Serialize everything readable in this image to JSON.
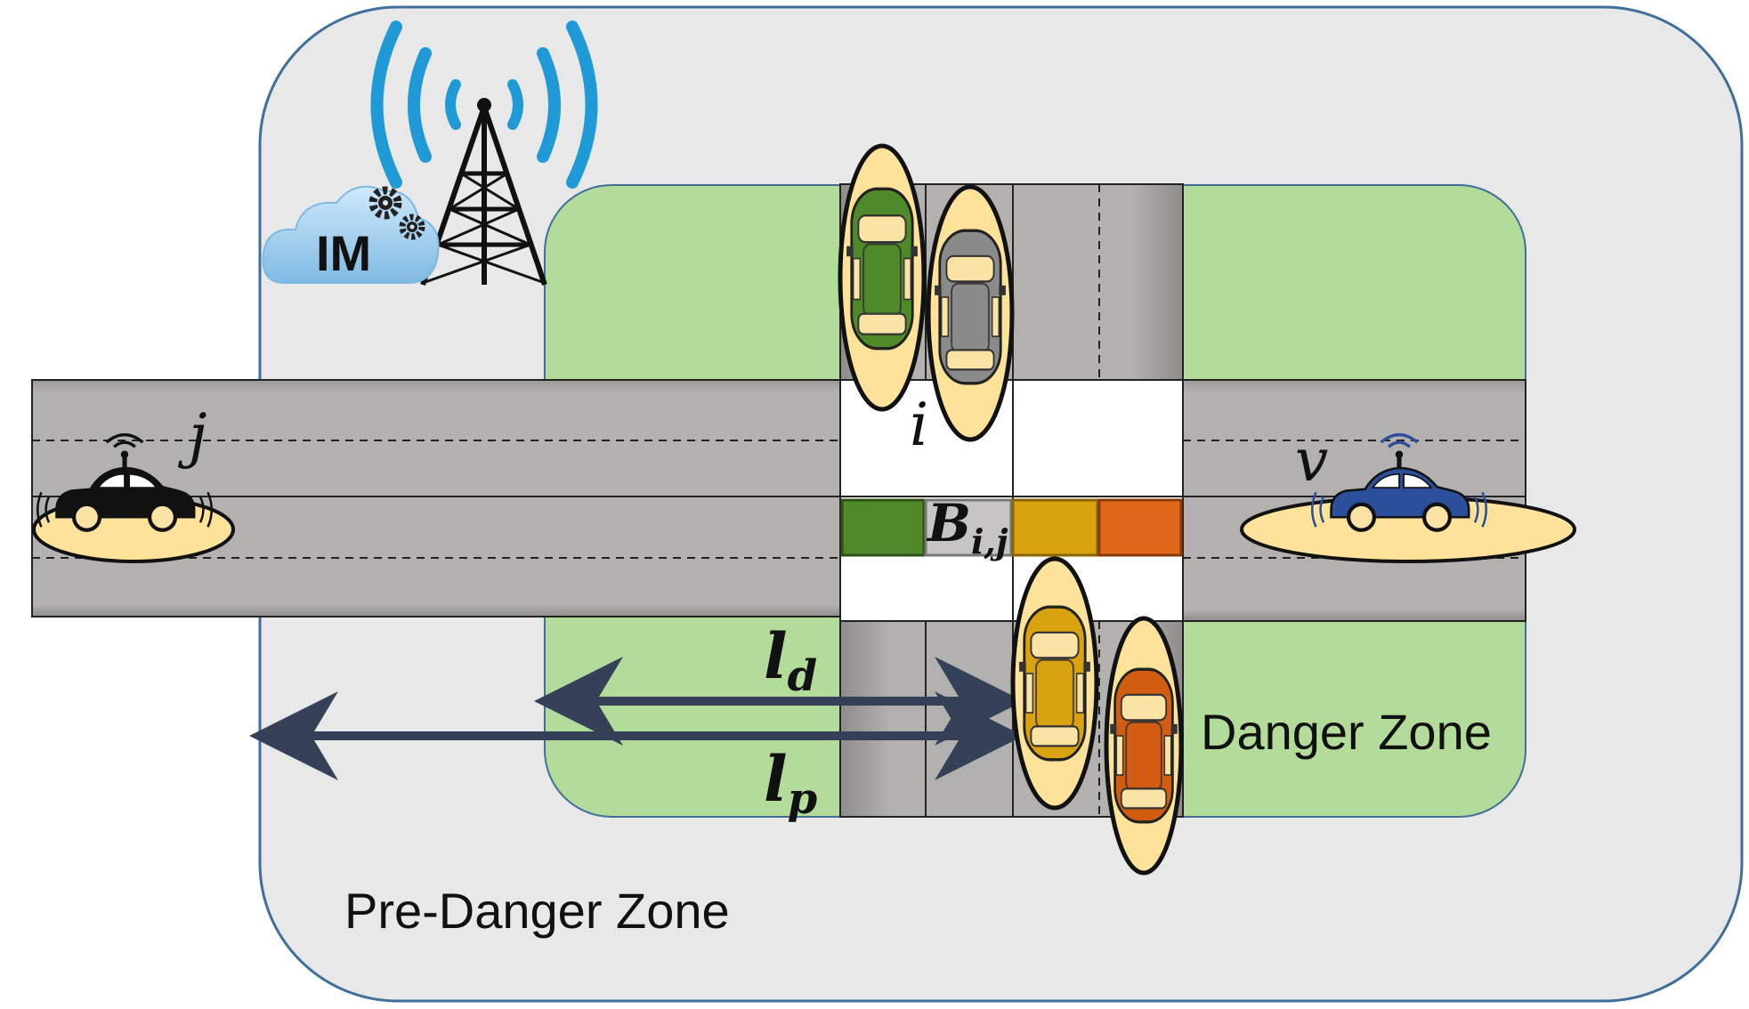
{
  "labels": {
    "pre_danger_zone": "Pre-Danger Zone",
    "danger_zone": "Danger Zone",
    "intersection_manager": "IM",
    "vehicle_i": "i",
    "vehicle_j": "j",
    "vehicle_v": "v",
    "conflict_block": "B",
    "conflict_block_sub": "i,j",
    "ld_main": "l",
    "ld_sub": "d",
    "lp_main": "l",
    "lp_sub": "p"
  },
  "colors": {
    "pre_danger_zone_fill": "#e8e8e8",
    "pre_danger_zone_stroke": "#3f6f9a",
    "danger_zone_fill": "#b3dc9b",
    "road": "#b0adad",
    "intersection_box": "#ffffff",
    "highlight_ellipse": "#fde39a",
    "signal_blue": "#1f9ad6",
    "cloud_blue": "#a9d4f0",
    "arrow": "#344157",
    "car_green": "#4f8a2a",
    "car_gray": "#8a8a8a",
    "car_yellow": "#d9a20f",
    "car_orange": "#d15c12",
    "car_blue": "#2b4f9a",
    "car_black": "#111111"
  },
  "icons": [
    "radio-tower-icon",
    "cloud-icon",
    "gears-icon",
    "autonomous-car-icon",
    "wireless-signal-icon"
  ]
}
